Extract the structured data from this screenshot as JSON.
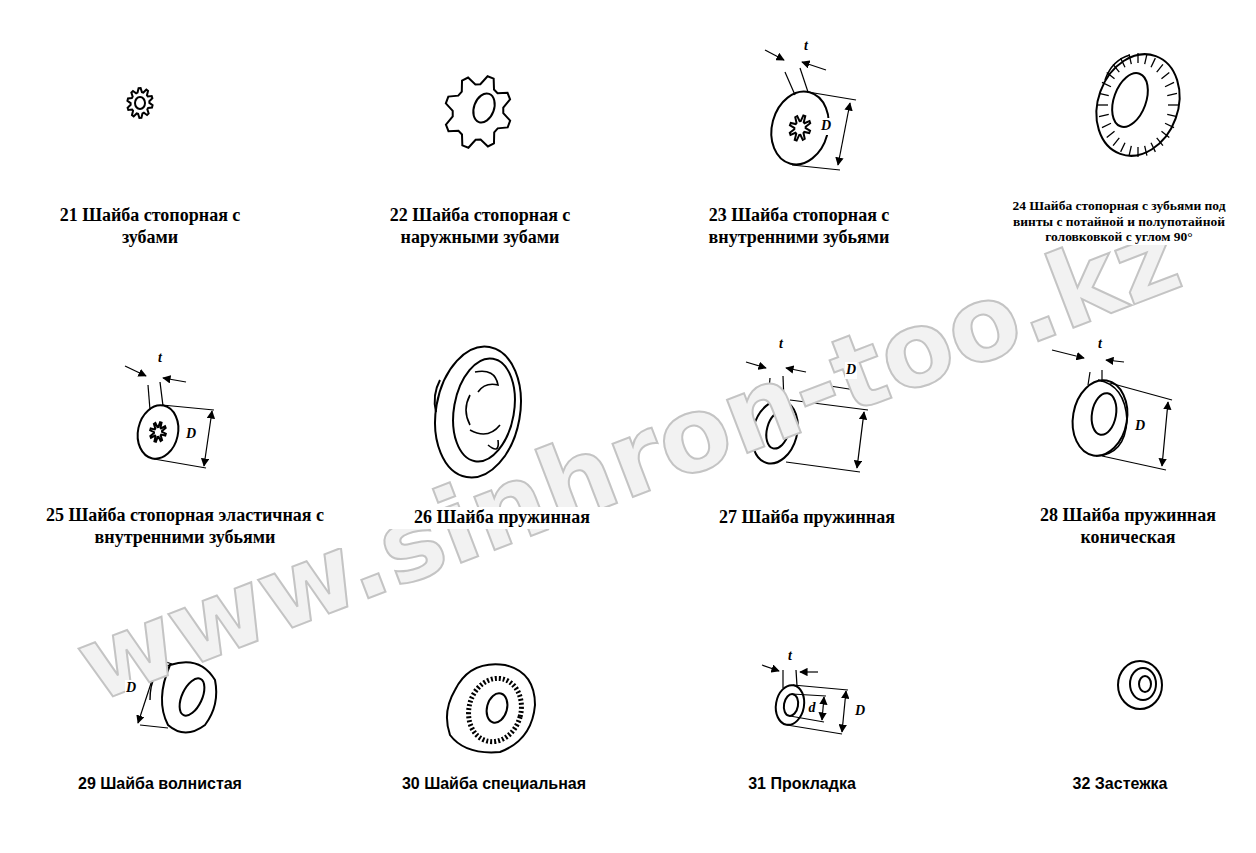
{
  "diagram": {
    "labels": [
      "21 Шайба стопорная с зубами",
      "22 Шайба стопорная с наружными зубами",
      "23 Шайба стопорная с внутренними зубьями",
      "24 Шайба стопорная с зубьями под винты с потайной и полупотайной головковкой с углом 90°",
      "t",
      "D",
      "25 Шайба стопорная эластичная с внутренними зубьями",
      "t",
      "D",
      "26 Шайба пружинная",
      "t",
      "D",
      "27 Шайба пружинная",
      "t",
      "D",
      "28 Шайба пружинная коническая",
      "D",
      "29 Шайба волнистая",
      "30 Шайба специальная",
      "t",
      "d",
      "D",
      "31 Прокладка",
      "32 Застежка",
      "www.sinhron-too.kz"
    ]
  }
}
